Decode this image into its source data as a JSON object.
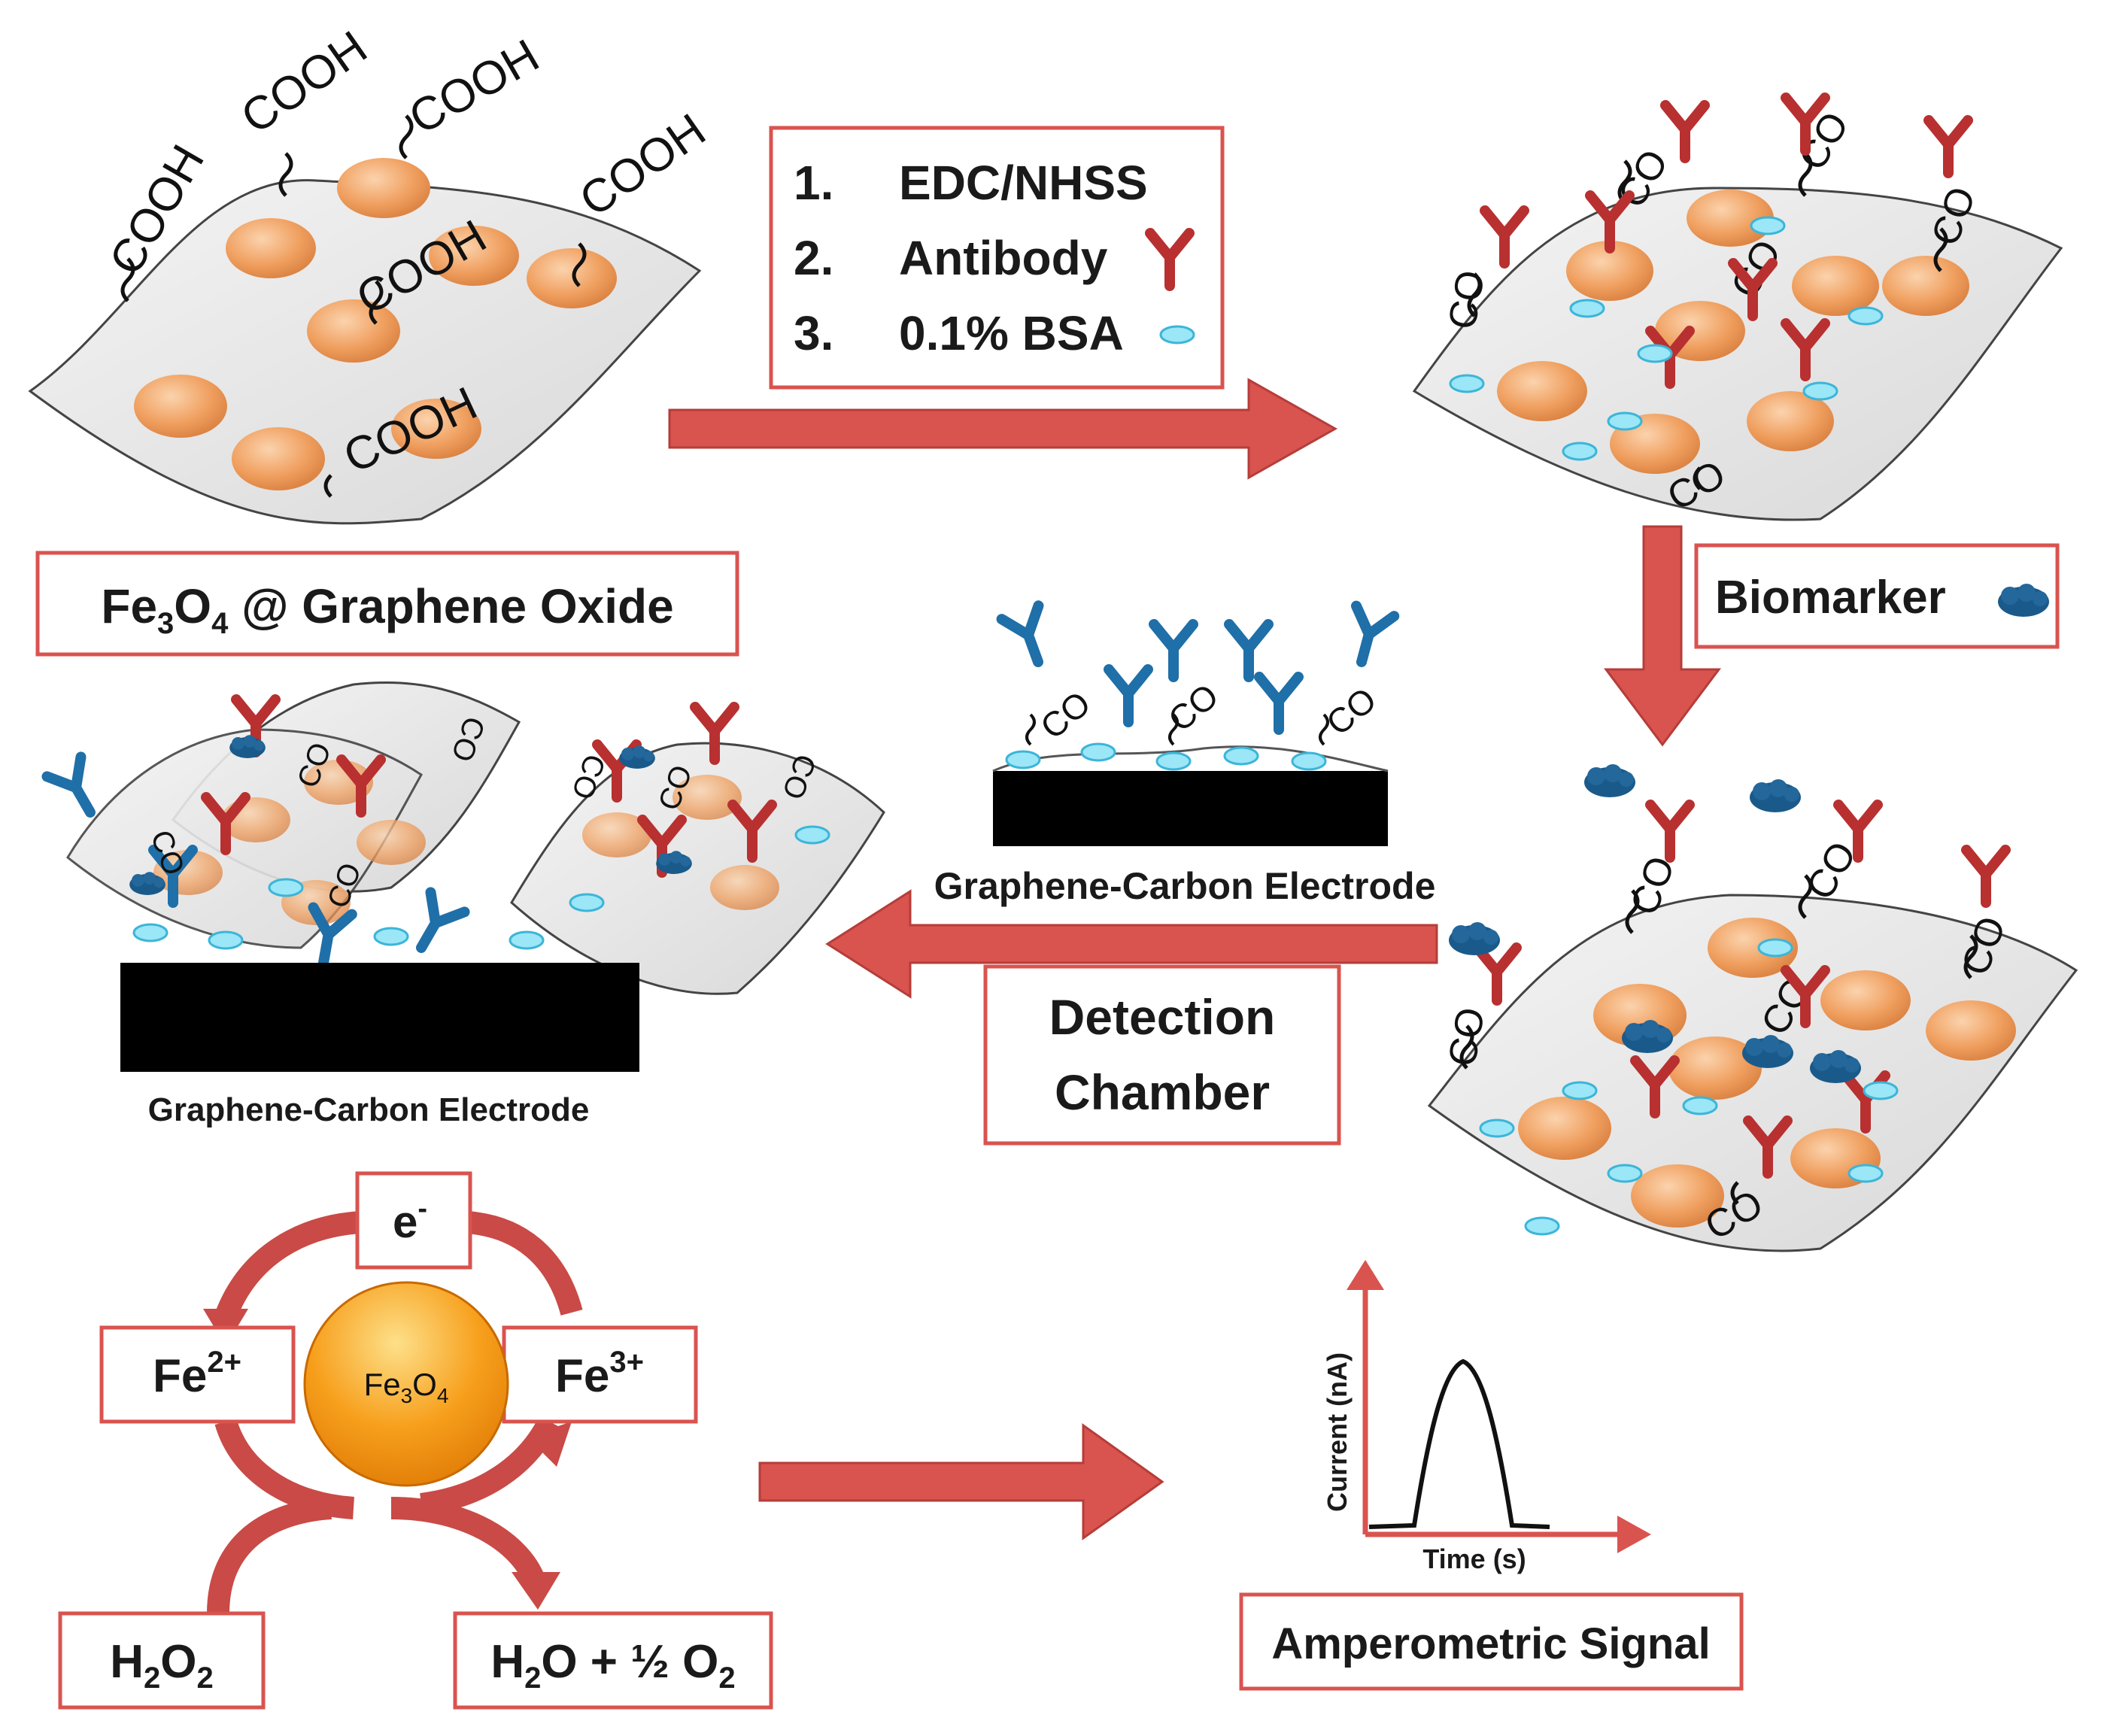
{
  "colors": {
    "accent_red": "#d9534f",
    "arrow_fill": "#d9534f",
    "box_border": "#d9534f",
    "particle_orange": "#f0a060",
    "antibody_red": "#b83030",
    "antibody_blue": "#1f6fa8",
    "biomarker_blue": "#1a5a8a",
    "bsa_cyan": "#7ad8f0",
    "sheet_gray": "#e8e8e8",
    "electrode_black": "#000000",
    "fe3o4_orange": "#f29a1e"
  },
  "icons": {
    "antibody": "y-shaped-antibody",
    "bsa": "small-cyan-blob",
    "biomarker": "dark-blue-cloud"
  },
  "top_left": {
    "groups": [
      "COOH",
      "COOH",
      "COOH",
      "COOH",
      "COOH",
      "COOH"
    ],
    "caption_prefix": "Fe",
    "caption_sub1": "3",
    "caption_mid": "O",
    "caption_sub2": "4",
    "caption_suffix": " @ Graphene Oxide"
  },
  "steps": [
    {
      "num": "1.",
      "text": "EDC/NHSS"
    },
    {
      "num": "2.",
      "text": "Antibody"
    },
    {
      "num": "3.",
      "text": "0.1% BSA"
    }
  ],
  "co_label": "CO",
  "biomarker_label": "Biomarker",
  "middle_electrode_label": "Graphene-Carbon  Electrode",
  "detection": {
    "line1": "Detection",
    "line2": "Chamber"
  },
  "left_electrode_label": "Graphene-Carbon Electrode",
  "cycle": {
    "e_label": "e",
    "e_sup": "-",
    "fe2_base": "Fe",
    "fe2_sup": "2+",
    "fe3_base": "Fe",
    "fe3_sup": "3+",
    "center_fe": "Fe",
    "center_sub1": "3",
    "center_o": "O",
    "center_sub2": "4",
    "h2o2_h": "H",
    "h2o2_sub1": "2",
    "h2o2_o": "O",
    "h2o2_sub2": "2",
    "product_h": "H",
    "product_sub": "2",
    "product_rest": "O + ½ O",
    "product_sub2": "2"
  },
  "plot": {
    "ylabel": "Current (nA)",
    "xlabel": "Time (s)",
    "caption": "Amperometric Signal"
  }
}
